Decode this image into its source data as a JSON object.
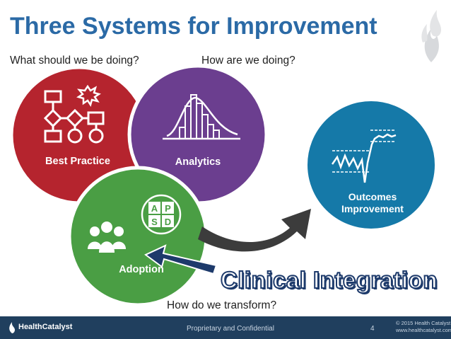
{
  "slide": {
    "title": "Three Systems for Improvement",
    "questions": {
      "doing": "What should we be doing?",
      "how_doing": "How are we doing?",
      "transform": "How do we transform?"
    },
    "circles": {
      "best_practice": {
        "label": "Best Practice",
        "color": "#b5242e"
      },
      "analytics": {
        "label": "Analytics",
        "color": "#6b3e8f"
      },
      "adoption": {
        "label": "Adoption",
        "color": "#4a9e44"
      },
      "outcomes": {
        "label_line1": "Outcomes",
        "label_line2": "Improvement",
        "color": "#1579a8"
      }
    },
    "pdsa": {
      "p": "A",
      "q": "P",
      "r": "S",
      "s": "D"
    },
    "clinical_integration": "Clinical Integration"
  },
  "footer": {
    "brand": "HealthCatalyst",
    "confidential": "Proprietary and Confidential",
    "page_number": "4",
    "copyright": "© 2015 Health Catalyst",
    "website": "www.healthcatalyst.com"
  },
  "icons": [
    "flowchart-icon",
    "starburst-icon",
    "bell-curve-chart-icon",
    "people-group-icon",
    "pdsa-cycle-icon",
    "run-chart-icon",
    "flame-logo-icon",
    "curved-arrow-icon",
    "straight-arrow-icon"
  ]
}
